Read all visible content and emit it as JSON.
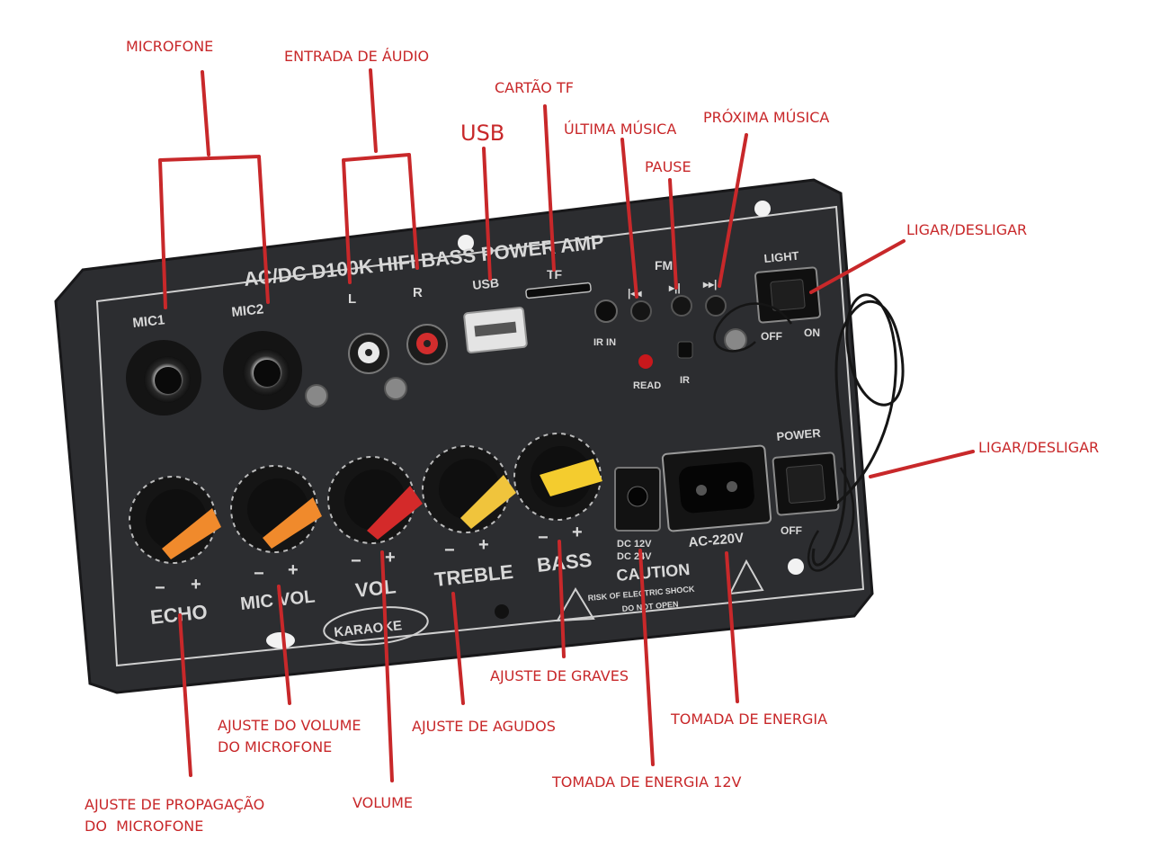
{
  "colors": {
    "annotation": "#c8282a",
    "panel": "#2c2d30",
    "panel_text": "#d8d8d8",
    "knob_echo": "#f08a2c",
    "knob_mic_vol": "#f08a2c",
    "knob_vol": "#d42a2a",
    "knob_treble": "#f0c43c",
    "knob_bass": "#f4cc2e"
  },
  "annotations": {
    "microfone": "MICROFONE",
    "entrada_audio": "ENTRADA DE ÁUDIO",
    "cartao_tf": "CARTÃO TF",
    "usb": "USB",
    "ultima_musica": "ÚLTIMA MÚSICA",
    "proxima_musica": "PRÓXIMA MÚSICA",
    "pause": "PAUSE",
    "ligar_desligar_top": "LIGAR/DESLIGAR",
    "ligar_desligar_bottom": "LIGAR/DESLIGAR",
    "ajuste_graves": "AJUSTE DE GRAVES",
    "tomada_energia": "TOMADA DE ENERGIA",
    "ajuste_volume_mic_1": "AJUSTE DO VOLUME",
    "ajuste_volume_mic_2": "DO MICROFONE",
    "ajuste_agudos": "AJUSTE DE AGUDOS",
    "tomada_12v": "TOMADA DE ENERGIA 12V",
    "ajuste_propagacao_1": "AJUSTE DE PROPAGAÇÃO",
    "ajuste_propagacao_2": "DO  MICROFONE",
    "volume": "VOLUME"
  },
  "panel": {
    "header": "AC/DC  D100K  HIFI   BASS  POWER  AMP",
    "mic1": "MIC1",
    "mic2": "MIC2",
    "l": "L",
    "r": "R",
    "usb": "USB",
    "tf": "TF",
    "fm": "FM",
    "prev": "|◂◂",
    "pause": "▸||",
    "next": "▸▸|",
    "ir_in": "IR IN",
    "read": "READ",
    "ir": "IR",
    "light": "LIGHT",
    "off_top": "OFF",
    "on": "ON",
    "power": "POWER",
    "off_bottom": "OFF",
    "knob_echo": "ECHO",
    "knob_mic_vol": "MIC VOL",
    "knob_vol": "VOL",
    "knob_treble": "TREBLE",
    "knob_bass": "BASS",
    "minus": "−",
    "plus": "+",
    "dc_1": "DC 12V",
    "dc_2": "DC 24V",
    "ac": "AC-220V",
    "caution": "CAUTION",
    "caution_sub_1": "RISK OF ELECTRIC SHOCK",
    "caution_sub_2": "DO NOT OPEN",
    "karaoke": "KARAOKE"
  }
}
